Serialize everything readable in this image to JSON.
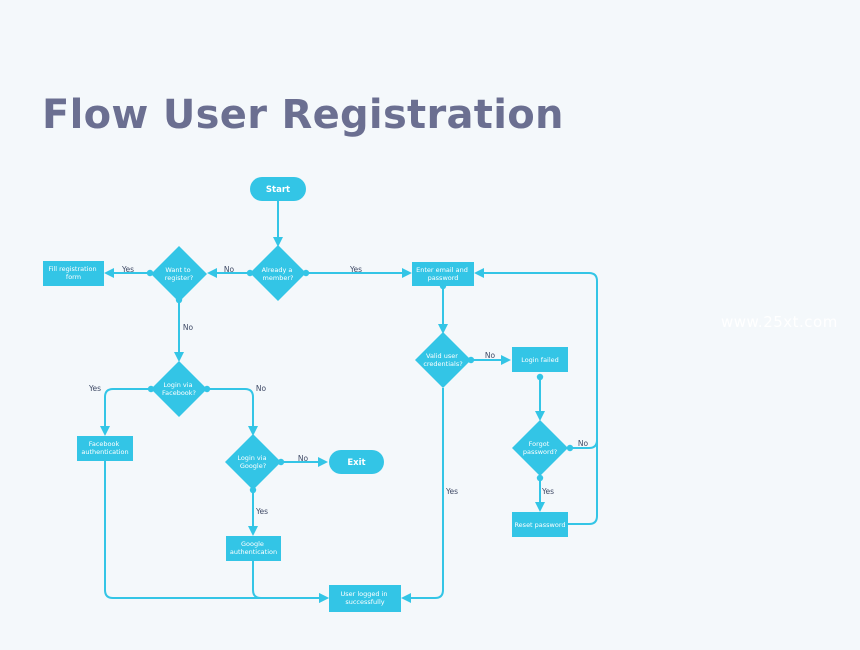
{
  "title": "Flow User Registration",
  "watermark": "www.25xt.com",
  "colors": {
    "accent": "#33c5e6",
    "title": "#6b6f91",
    "label": "#3f4a66",
    "background": "#f4f8fb"
  },
  "nodes": {
    "start": [
      "Start"
    ],
    "already_member": [
      "Already a",
      "member?"
    ],
    "want_register": [
      "Want to",
      "register?"
    ],
    "fill_form": [
      "Fill registration",
      "form"
    ],
    "login_facebook": [
      "Login via",
      "Facebook?"
    ],
    "facebook_auth": [
      "Facebook",
      "authentication"
    ],
    "login_google": [
      "Login via",
      "Google?"
    ],
    "exit": [
      "Exit"
    ],
    "google_auth": [
      "Google",
      "authentication"
    ],
    "logged_in": [
      "User logged in",
      "successfully"
    ],
    "enter_email": [
      "Enter email and",
      "password"
    ],
    "valid_credentials": [
      "Valid user",
      "credentials?"
    ],
    "login_failed": [
      "Login failed"
    ],
    "forgot_password": [
      "Forgot",
      "password?"
    ],
    "reset_password": [
      "Reset password"
    ]
  },
  "edge_labels": {
    "member_no": "No",
    "member_yes": "Yes",
    "register_yes": "Yes",
    "register_no": "No",
    "facebook_yes": "Yes",
    "facebook_no": "No",
    "google_no": "No",
    "google_yes": "Yes",
    "valid_no": "No",
    "valid_yes": "Yes",
    "forgot_no": "No",
    "forgot_yes": "Yes"
  }
}
